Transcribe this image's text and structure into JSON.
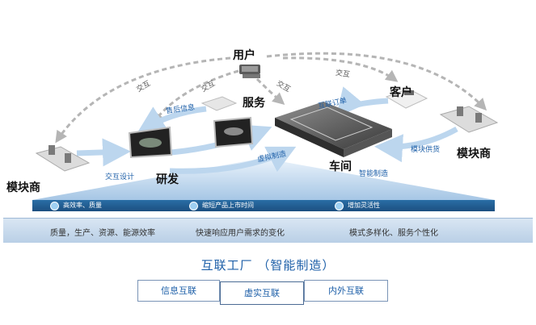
{
  "nodes": {
    "user": "用户",
    "service": "服务",
    "customer": "客户",
    "module_left": "模块商",
    "module_right": "模块商",
    "rnd": "研发",
    "workshop": "车间"
  },
  "edges": {
    "interact_1": "交互",
    "interact_2": "交互",
    "interact_3": "交互",
    "interact_4": "交互",
    "after_sales": "售后信息",
    "interactive_design": "交互设计",
    "virtual_manufacturing": "虚拟制造",
    "internet_order": "互联订单",
    "module_supply": "模块供货",
    "smart_manufacturing": "智能制造"
  },
  "band_dark": [
    "高效率、质量",
    "缩短产品上市时间",
    "增加灵活性"
  ],
  "band_light": [
    "质量，生产、资源、能源效率",
    "快速响应用户需求的变化",
    "模式多样化、服务个性化"
  ],
  "title": "互联工厂  （智能制造）",
  "boxes": [
    "信息互联",
    "虚实互联",
    "内外互联"
  ]
}
